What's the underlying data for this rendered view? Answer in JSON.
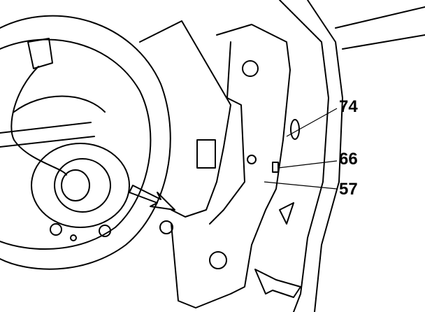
{
  "figure": {
    "callouts": [
      {
        "id": "74"
      },
      {
        "id": "66"
      },
      {
        "id": "57"
      }
    ]
  }
}
